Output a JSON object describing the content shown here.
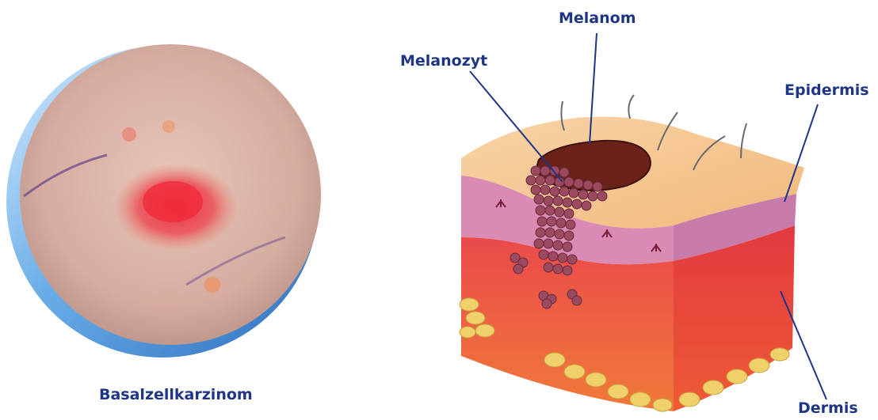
{
  "photo": {
    "caption": "Basalzellkarzinom",
    "ring_color": "#4a8fd6",
    "skin_color": "#d9b3a6",
    "lesion_color": "#e8364a"
  },
  "diagram": {
    "labels": {
      "melanom": "Melanom",
      "melanozyt": "Melanozyt",
      "epidermis": "Epidermis",
      "dermis": "Dermis"
    },
    "label_color": "#1f3585",
    "leader_color": "#1f3585"
  }
}
